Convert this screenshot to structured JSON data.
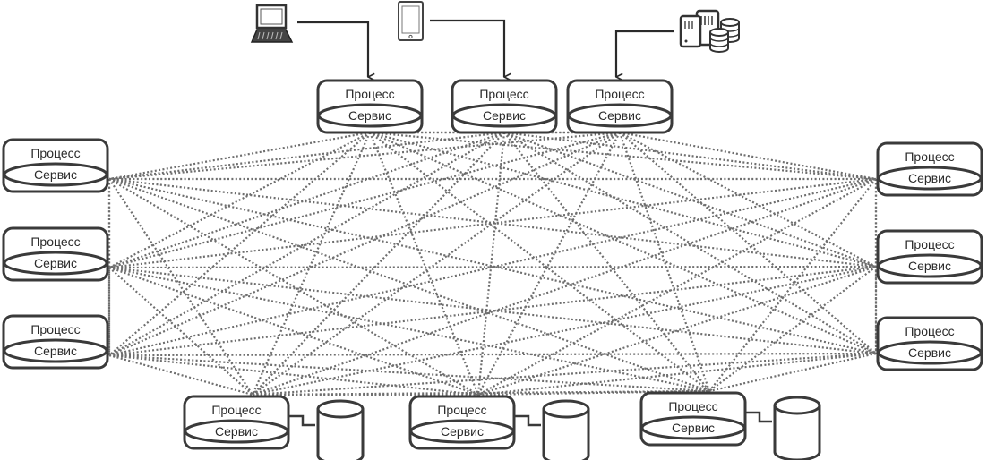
{
  "diagram": {
    "type": "full-mesh service architecture",
    "colors": {
      "stroke": "#3a3a3a",
      "mesh": "#6e6e6e",
      "text": "#2a2a2a",
      "background": "#ffffff"
    },
    "nodes": [
      {
        "id": "top-1",
        "group": "top",
        "process_label": "Процесс",
        "service_label": "Сервис",
        "client": "laptop"
      },
      {
        "id": "top-2",
        "group": "top",
        "process_label": "Процесс",
        "service_label": "Сервис",
        "client": "tablet"
      },
      {
        "id": "top-3",
        "group": "top",
        "process_label": "Процесс",
        "service_label": "Сервис",
        "client": "servers"
      },
      {
        "id": "left-1",
        "group": "left",
        "process_label": "Процесс",
        "service_label": "Сервис"
      },
      {
        "id": "left-2",
        "group": "left",
        "process_label": "Процесс",
        "service_label": "Сервис"
      },
      {
        "id": "left-3",
        "group": "left",
        "process_label": "Процесс",
        "service_label": "Сервис"
      },
      {
        "id": "right-1",
        "group": "right",
        "process_label": "Процесс",
        "service_label": "Сервис"
      },
      {
        "id": "right-2",
        "group": "right",
        "process_label": "Процесс",
        "service_label": "Сервис"
      },
      {
        "id": "right-3",
        "group": "right",
        "process_label": "Процесс",
        "service_label": "Сервис"
      },
      {
        "id": "bottom-1",
        "group": "bottom",
        "process_label": "Процесс",
        "service_label": "Сервис",
        "database": true
      },
      {
        "id": "bottom-2",
        "group": "bottom",
        "process_label": "Процесс",
        "service_label": "Сервис",
        "database": true
      },
      {
        "id": "bottom-3",
        "group": "bottom",
        "process_label": "Процесс",
        "service_label": "Сервис",
        "database": true
      }
    ],
    "clients": [
      {
        "id": "laptop",
        "icon": "laptop-icon",
        "target": "top-1"
      },
      {
        "id": "tablet",
        "icon": "tablet-icon",
        "target": "top-2"
      },
      {
        "id": "servers",
        "icon": "server-database-icon",
        "target": "top-3"
      }
    ],
    "connections": "all-to-all",
    "connection_style": "dotted"
  }
}
